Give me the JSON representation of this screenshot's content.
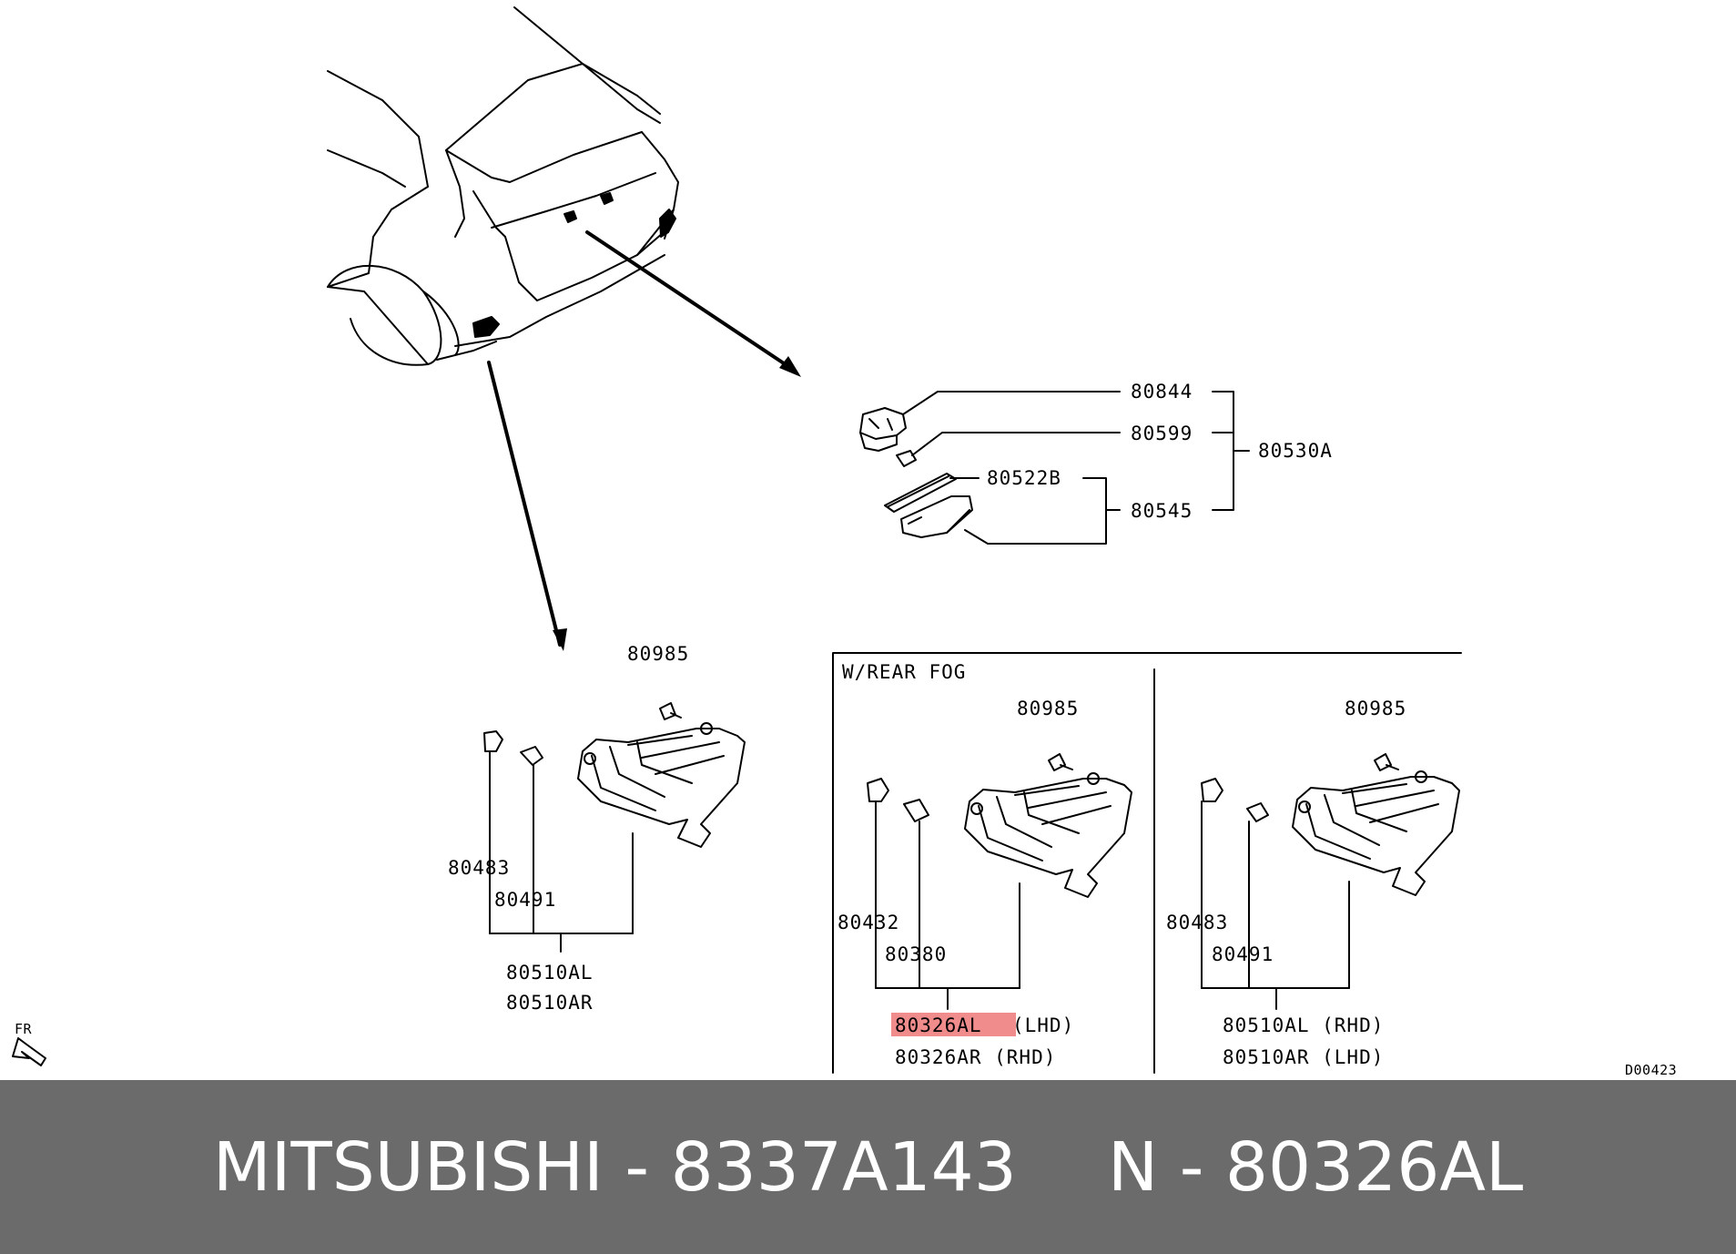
{
  "parts": {
    "p80844": "80844",
    "p80599": "80599",
    "p80530A": "80530A",
    "p80522B": "80522B",
    "p80545": "80545",
    "p80985_a": "80985",
    "p80483_a": "80483",
    "p80491_a": "80491",
    "p80510AL": "80510AL",
    "p80510AR": "80510AR",
    "p80985_b": "80985",
    "p80432": "80432",
    "p80380": "80380",
    "p80326AL": "80326AL",
    "lhd_mark": "(LHD)",
    "p80326AR_rhd": "80326AR (RHD)",
    "p80985_c": "80985",
    "p80483_c": "80483",
    "p80491_c": "80491",
    "p80510AL_rhd": "80510AL (RHD)",
    "p80510AR_lhd": "80510AR (LHD)"
  },
  "labels": {
    "rear_fog": "W/REAR FOG",
    "fr": "FR",
    "diagram_code": "D00423"
  },
  "highlight_color": "#f08c8c",
  "footer": {
    "brand_part": "MITSUBISHI - 8337A143",
    "oem_part": "N - 80326AL"
  }
}
